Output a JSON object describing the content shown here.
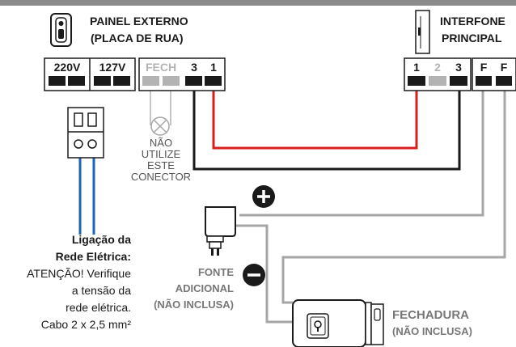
{
  "panel": {
    "title1": "PAINEL EXTERNO",
    "title2": "(PLACA DE RUA)",
    "terminals": [
      "220V",
      "127V",
      "FECH",
      "3",
      "1"
    ]
  },
  "intercom": {
    "title1": "INTERFONE",
    "title2": "PRINCIPAL",
    "terminals": [
      "1",
      "2",
      "3",
      "F",
      "F"
    ]
  },
  "warning_connector": [
    "NÃO",
    "UTILIZE",
    "ESTE",
    "CONECTOR"
  ],
  "power_note": {
    "title1": "Ligação da",
    "title2": "Rede Elétrica:",
    "line1": "ATENÇÃO! Verifique",
    "line2": "a tensão da",
    "line3": "rede elétrica.",
    "line4": "Cabo 2 x 2,5 mm²"
  },
  "supply": {
    "line1": "FONTE",
    "line2": "ADICIONAL",
    "line3": "(NÃO INCLUSA)",
    "plus": "+",
    "minus": "−"
  },
  "lock": {
    "line1": "FECHADURA",
    "line2": "(NÃO INCLUSA)"
  },
  "colors": {
    "header_bar": "#8a8a8a",
    "terminal_black": "#1a1a1a",
    "terminal_gray": "#b3b3b3",
    "wire_red": "#d81e1e",
    "wire_black": "#1a1a1a",
    "wire_gray": "#a6a6a6",
    "wire_blue": "#1e64b4"
  }
}
